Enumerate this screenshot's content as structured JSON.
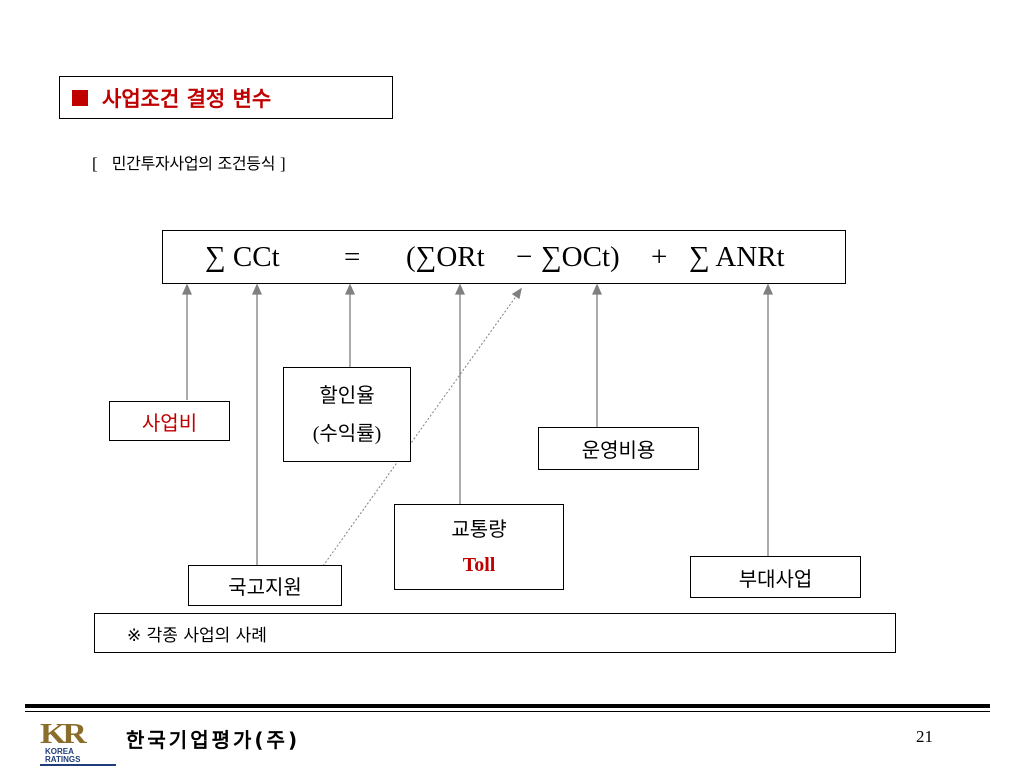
{
  "header": {
    "title": "사업조건 결정 변수",
    "bullet_color": "#c00000"
  },
  "subtitle": {
    "open_bracket": "[",
    "text": "민간투자사업의 조건등식",
    "close_bracket": "]"
  },
  "formula": {
    "lhs": "∑ CCt",
    "equals": "=",
    "term_ort": "(∑ORt",
    "minus": "−",
    "term_oct": "∑OCt)",
    "plus": "+",
    "term_anrt": "∑ ANRt"
  },
  "labels": {
    "project_cost": "사업비",
    "discount_rate_line1": "할인율",
    "discount_rate_line2_open": "(",
    "discount_rate_line2_text": "수익률",
    "discount_rate_line2_close": ")",
    "operating_cost": "운영비용",
    "traffic": "교통량",
    "toll": "Toll",
    "state_support": "국고지원",
    "ancillary_business": "부대사업"
  },
  "note": "※ 각종 사업의 사례",
  "footer": {
    "logo_mark": "KR",
    "logo_line1": "KOREA",
    "logo_line2": "RATINGS",
    "company": "한국기업평가(주)",
    "page_number": "21"
  },
  "colors": {
    "accent": "#c00000",
    "arrow": "#808080",
    "logo_gold": "#8a6d2b",
    "logo_blue": "#1f3d7a"
  }
}
